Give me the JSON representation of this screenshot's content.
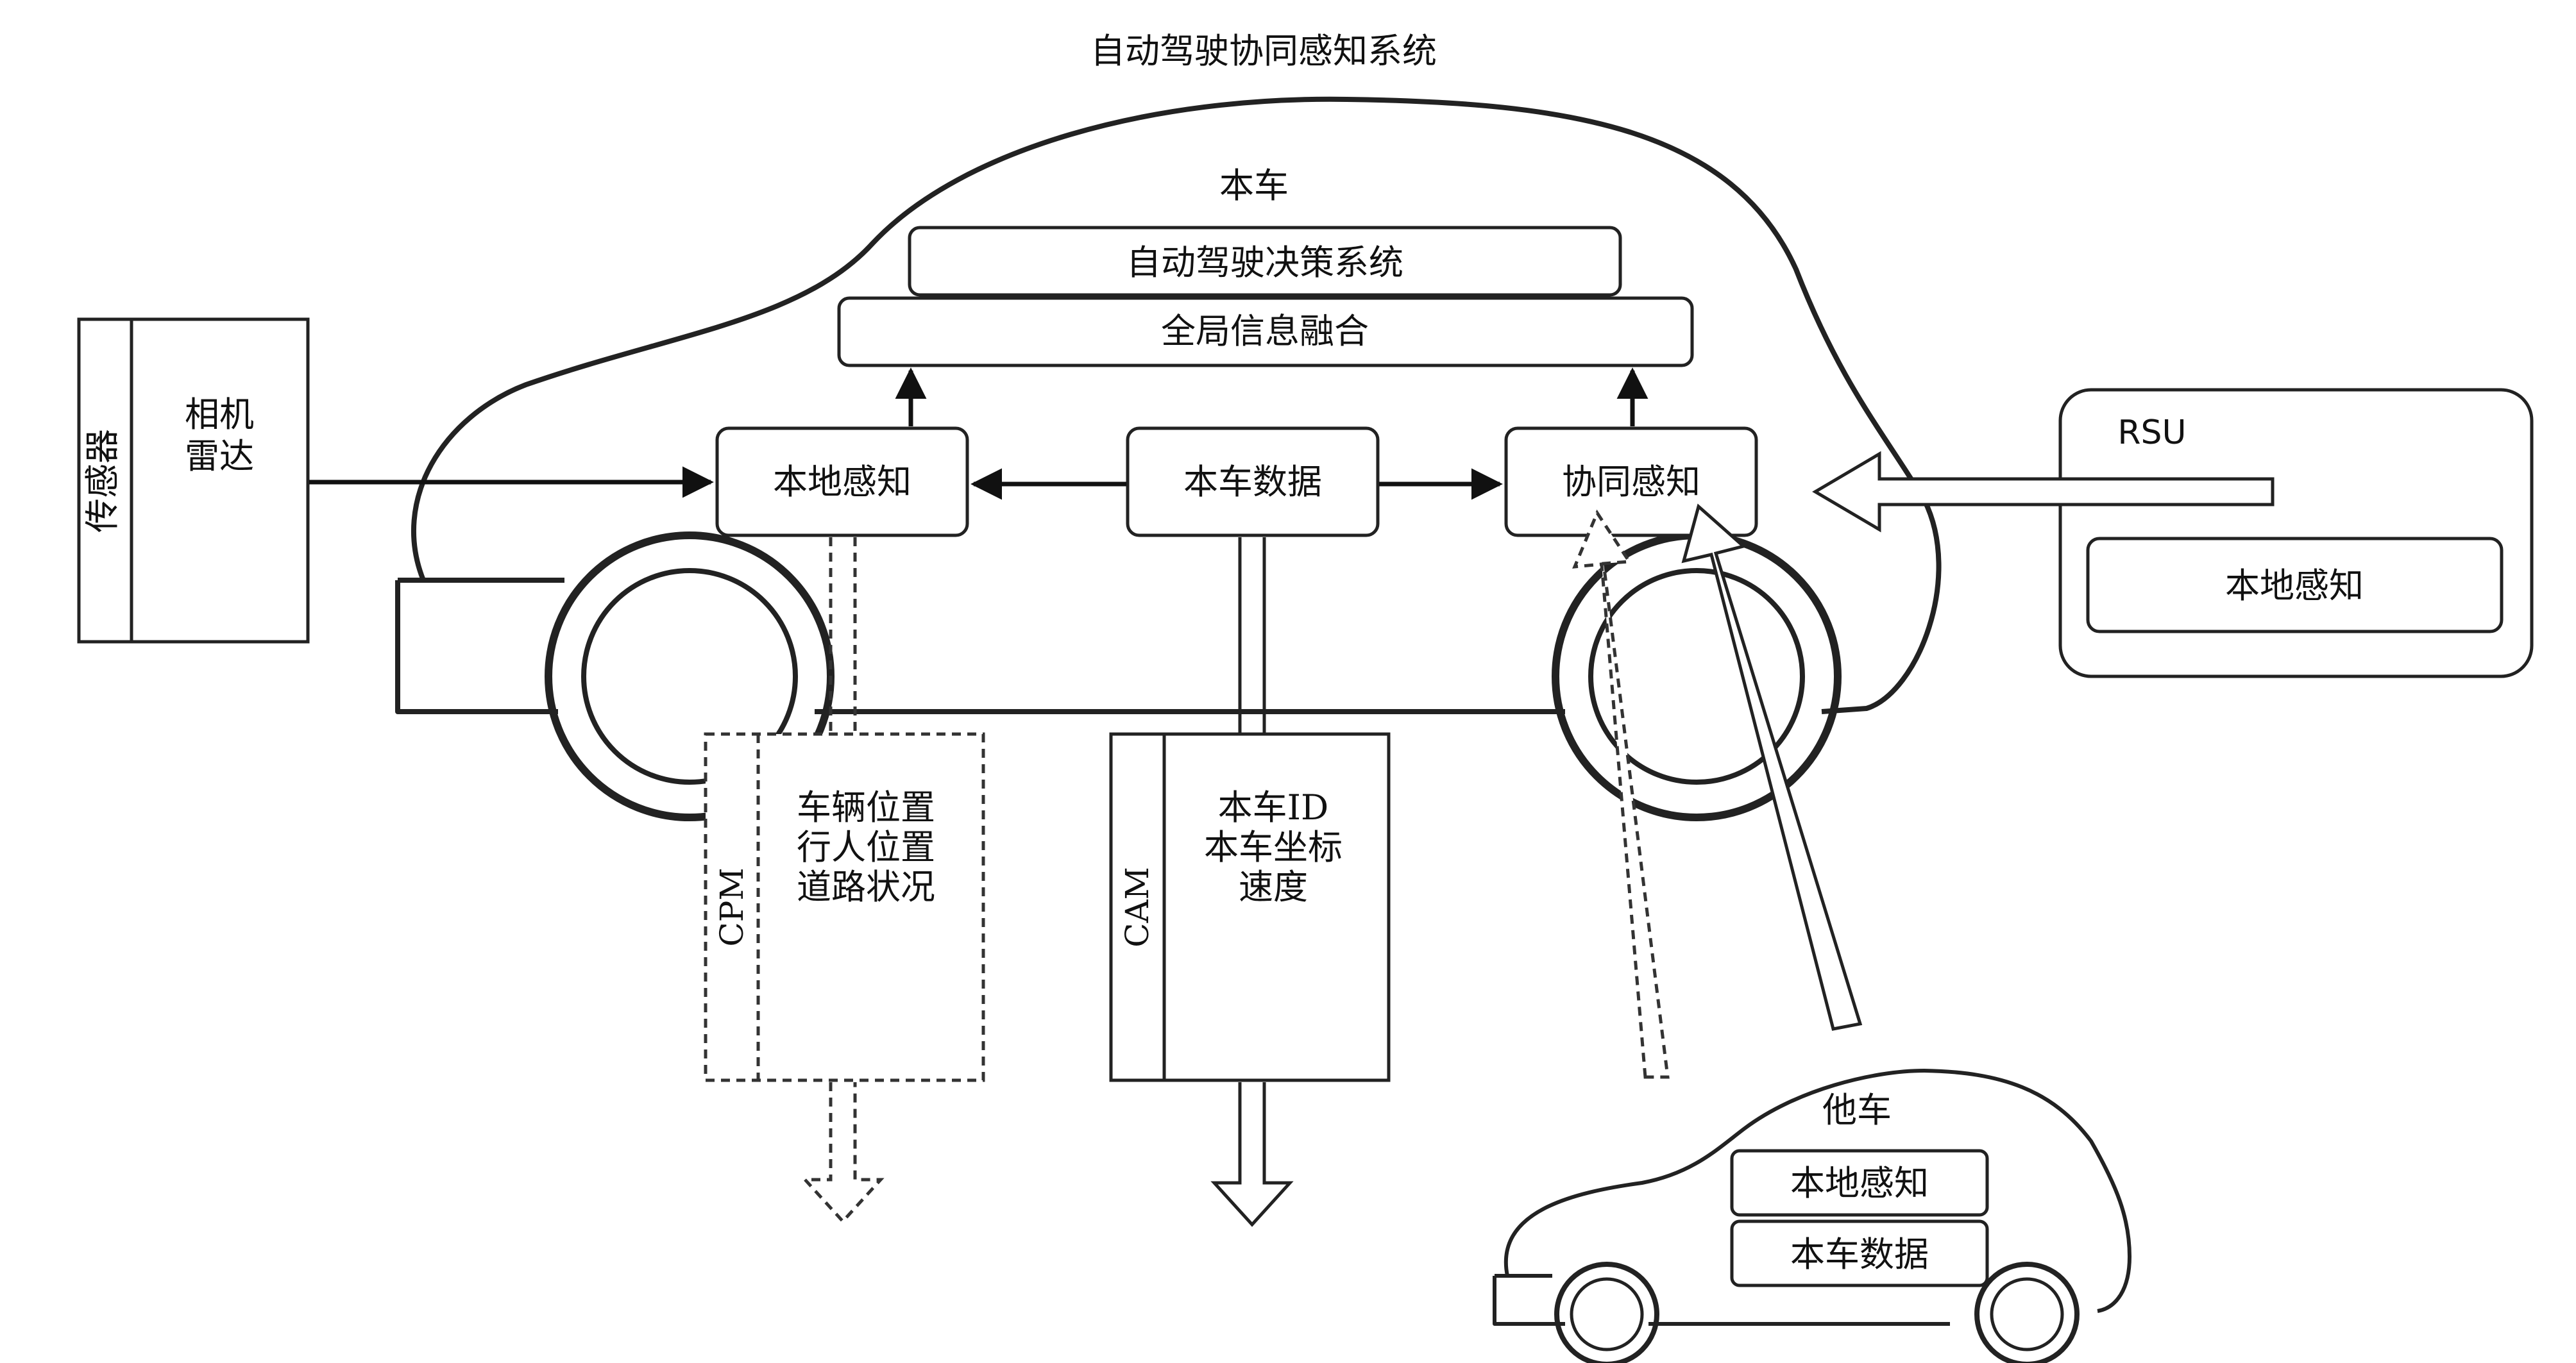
{
  "title": "自动驾驶协同感知系统",
  "ego_vehicle": {
    "label": "本车",
    "decision_system": "自动驾驶决策系统",
    "global_fusion": "全局信息融合",
    "local_perception": "本地感知",
    "ego_data": "本车数据",
    "cooperative_perception": "协同感知"
  },
  "sensor": {
    "side_label": "传感器",
    "line1": "相机",
    "line2": "雷达"
  },
  "rsu": {
    "label": "RSU",
    "local_perception": "本地感知"
  },
  "cpm": {
    "side_label": "CPM",
    "line1": "车辆位置",
    "line2": "行人位置",
    "line3": "道路状况"
  },
  "cam": {
    "side_label": "CAM",
    "line1": "本车ID",
    "line2": "本车坐标",
    "line3": "速度"
  },
  "other_vehicle": {
    "label": "他车",
    "local_perception": "本地感知",
    "ego_data": "本车数据"
  }
}
